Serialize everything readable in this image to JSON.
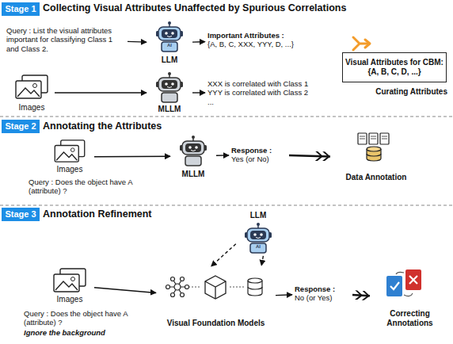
{
  "diagram": {
    "nodes": [
      {
        "text": [
          "Stage 1"
        ]
      },
      {
        "text": [
          "Query : List the visual attributes important for classifying Class 1 and Class 2."
        ]
      },
      {
        "text": [
          "LLM"
        ]
      },
      {
        "text": [
          "Important Attributes :",
          "{A, B, C, XXX, YYY, D, ...}"
        ]
      },
      {
        "text": [
          "Images"
        ]
      },
      {
        "text": [
          "MLLM"
        ]
      },
      {
        "text": [
          "XXX is correlated with Class 1",
          "YYY is correlated with Class 2",
          "..."
        ]
      },
      {
        "text": [
          "Curating Attributes"
        ]
      },
      {
        "text": [
          "Visual Attributes for CBM:",
          "{A, B, C, D, ...}"
        ]
      },
      {
        "text": [
          "Stage 2"
        ]
      },
      {
        "text": [
          "Images"
        ]
      },
      {
        "text": [
          "MLLM"
        ]
      },
      {
        "text": [
          "Response :",
          "Yes (or No)"
        ]
      },
      {
        "text": [
          "Data Annotation"
        ]
      },
      {
        "text": [
          "Stage 3"
        ]
      },
      {
        "text": [
          "LLM"
        ]
      },
      {
        "text": [
          "Images"
        ]
      },
      {
        "text": [
          "Visual Foundation Models"
        ]
      },
      {
        "text": [
          "Response :",
          "No (or Yes)"
        ]
      },
      {
        "text": [
          "Correcting Annotations"
        ]
      }
    ],
    "edges": [
      {
        "from": 1,
        "to": 2,
        "arrow": "to"
      },
      {
        "from": 2,
        "to": 3,
        "arrow": "to"
      },
      {
        "from": 4,
        "to": 5,
        "arrow": "to"
      },
      {
        "from": 5,
        "to": 6,
        "arrow": "to"
      },
      {
        "from": 10,
        "to": 11,
        "arrow": "to"
      },
      {
        "from": 11,
        "to": 12,
        "arrow": "to"
      },
      {
        "from": 12,
        "to": 13,
        "arrow": "to"
      },
      {
        "from": 16,
        "to": 17,
        "arrow": "to"
      },
      {
        "from": 17,
        "to": 18,
        "arrow": "to"
      },
      {
        "from": 18,
        "to": 19,
        "arrow": "to"
      },
      {
        "from": 15,
        "to": 17,
        "arrow": "to"
      },
      {
        "from": 15,
        "to": 17,
        "arrow": "to"
      }
    ],
    "labels": [
      "Collecting Visual Attributes Unaffected by Spurious Correlations",
      "Annotating the Attributes",
      "Query : Does the object have A (attribute) ?",
      "Annotation Refinement",
      "Query : Does the object have A (attribute) ?",
      "Ignore the background",
      "AI",
      "AI"
    ]
  }
}
